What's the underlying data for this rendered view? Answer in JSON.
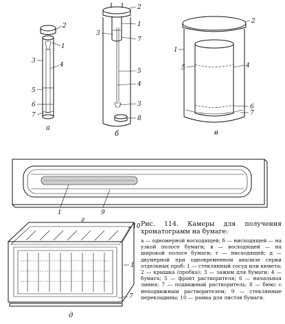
{
  "figure": {
    "sub_labels": {
      "a": "а",
      "b": "б",
      "v": "в",
      "g": "г",
      "d": "д"
    },
    "numbers": {
      "a": [
        "2",
        "1",
        "3",
        "4",
        "5",
        "6",
        "7"
      ],
      "b": [
        "2",
        "1",
        "3",
        "7",
        "5",
        "4",
        "3",
        "8"
      ],
      "v": [
        "2",
        "1",
        "5",
        "4",
        "6",
        "7"
      ],
      "g": [
        "1",
        "9"
      ],
      "d": [
        "10",
        "1",
        "7"
      ]
    }
  },
  "caption": {
    "title_prefix": "Рис. 114.",
    "title_text": "Камеры для получения хроматограмм на бумаге:",
    "body": "а — одномерной восходящей; б — нисходящей — на узкой полосе бумаги; в — восходящей — на широкой полосе бумаги; г — нисходящей; д — двумерной при одновременном анализе серии отдельных проб: 1 — стеклянный сосуд или кювета; 2 — крышка (пробка); 3 — зажим для бумаги; 4 — бумага; 5 — фронт растворителя; 6 — начальная линия; 7 — подвижный растворитель; 8 — бюкс с неподвижным растворителем; 9 — стеклянные перекладины; 10 — рамка для листов бумаги."
  }
}
